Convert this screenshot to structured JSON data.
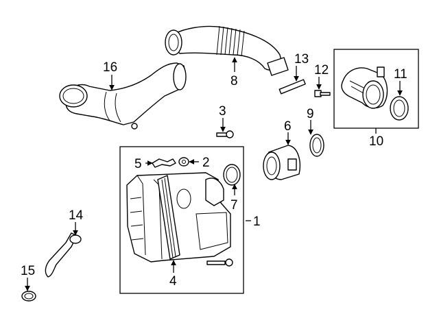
{
  "callouts": {
    "c1": "1",
    "c2": "2",
    "c3": "3",
    "c4": "4",
    "c5": "5",
    "c6": "6",
    "c7": "7",
    "c8": "8",
    "c9": "9",
    "c10": "10",
    "c11": "11",
    "c12": "12",
    "c13": "13",
    "c14": "14",
    "c15": "15",
    "c16": "16"
  },
  "icons": [
    "arrow-icon"
  ]
}
